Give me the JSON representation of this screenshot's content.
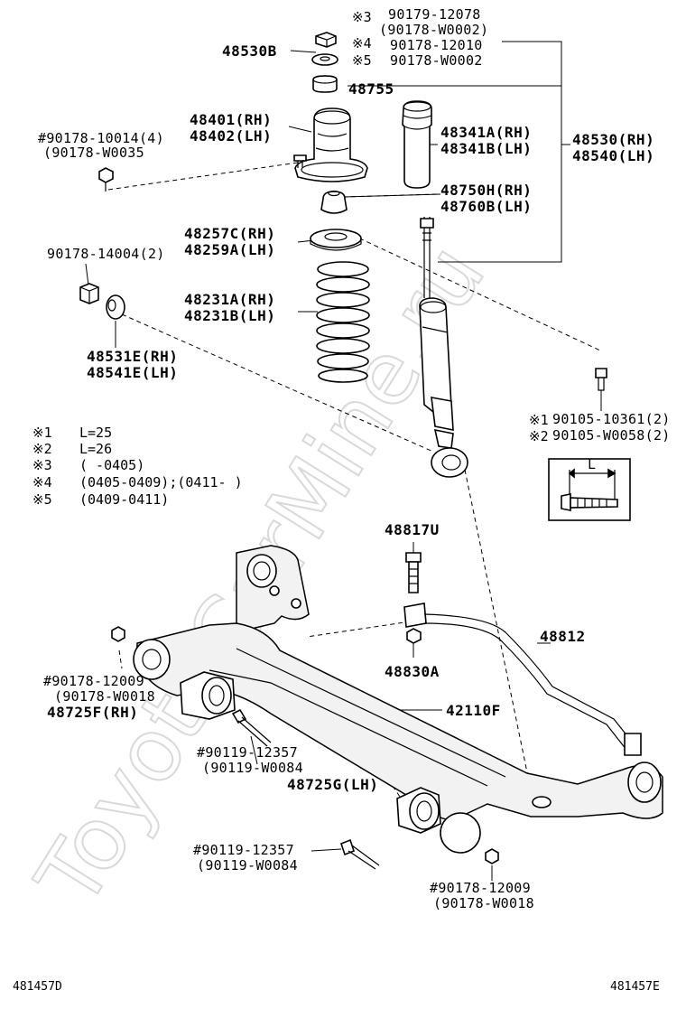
{
  "watermark": "ToyotaCarMine.ru",
  "labels": {
    "n3_code": "※3",
    "n4_code": "※4",
    "n5_code": "※5",
    "p90179_12078": "90179-12078",
    "p90178_W0002a": "(90178-W0002)",
    "p90178_12010": "90178-12010",
    "p90178_W0002b": "90178-W0002",
    "p48530B": "48530B",
    "p48755": "48755",
    "p48401": "48401(RH)",
    "p48402": "48402(LH)",
    "p90178_10014": "#90178-10014(4)",
    "p90178_W0035": "(90178-W0035",
    "p48341A": "48341A(RH)",
    "p48341B": "48341B(LH)",
    "p48530": "48530(RH)",
    "p48540": "48540(LH)",
    "p48750H": "48750H(RH)",
    "p48760B": "48760B(LH)",
    "p48257C": "48257C(RH)",
    "p48259A": "48259A(LH)",
    "p90178_14004": "90178-14004(2)",
    "p48231A": "48231A(RH)",
    "p48231B": "48231B(LH)",
    "p48531E": "48531E(RH)",
    "p48541E": "48541E(LH)",
    "p90105_10361": "90105-10361(2)",
    "p90105_W0058": "90105-W0058(2)",
    "n1_code": "※1",
    "n2_code": "※2",
    "p48817U": "48817U",
    "p48812": "48812",
    "p48830A": "48830A",
    "p42110F": "42110F",
    "p90178_12009a": "#90178-12009",
    "p90178_W0018a": "(90178-W0018",
    "p48725F": "48725F(RH)",
    "p90119_12357a": "#90119-12357",
    "p90119_W0084a": "(90119-W0084",
    "p48725G": "48725G(LH)",
    "p90119_12357b": "#90119-12357",
    "p90119_W0084b": "(90119-W0084",
    "p90178_12009b": "#90178-12009",
    "p90178_W0018b": "(90178-W0018",
    "bolt_dim": "L"
  },
  "notes": [
    {
      "mark": "※1",
      "text": "L=25"
    },
    {
      "mark": "※2",
      "text": "L=26"
    },
    {
      "mark": "※3",
      "text": "(     -0405)"
    },
    {
      "mark": "※4",
      "text": "(0405-0409);(0411-     )"
    },
    {
      "mark": "※5",
      "text": "(0409-0411)"
    }
  ],
  "footer": {
    "left": "481457D",
    "right": "481457E"
  }
}
